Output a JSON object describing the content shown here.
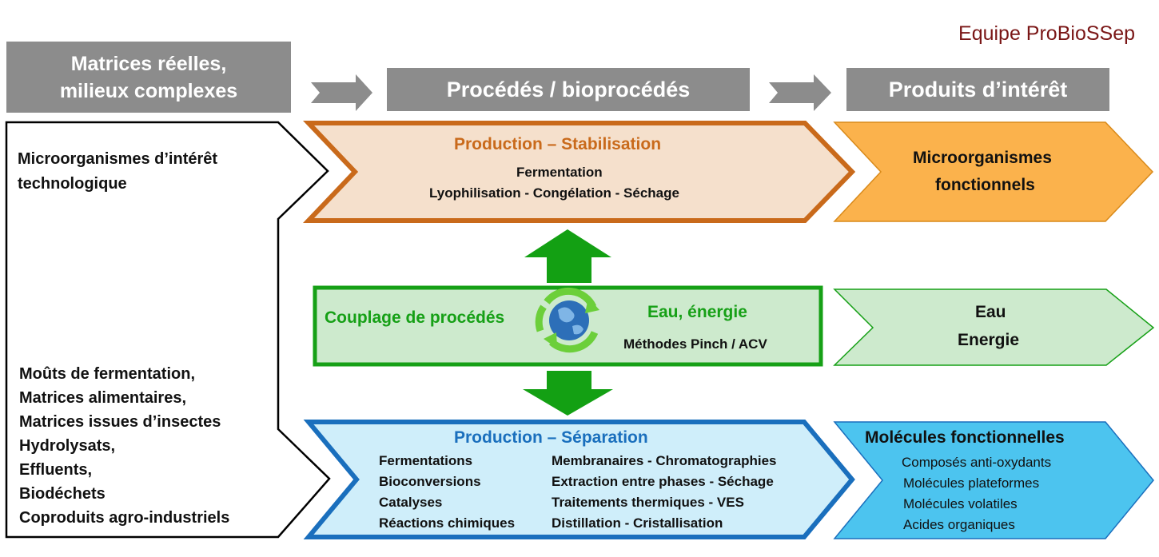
{
  "team_label": "Equipe ProBioSSep",
  "headers": {
    "matrices_line1": "Matrices réelles,",
    "matrices_line2": "milieux complexes",
    "procedes": "Procédés / bioprocédés",
    "produits": "Produits d’intérêt"
  },
  "left": {
    "micro_line1": "Microorganismes d’intérêt",
    "micro_line2": "technologique",
    "items": [
      "Moûts de fermentation,",
      "Matrices alimentaires,",
      "Matrices issues d’insectes",
      "Hydrolysats,",
      "Effluents,",
      "Biodéchets",
      "Coproduits agro-industriels"
    ]
  },
  "stabilisation": {
    "title": "Production – Stabilisation",
    "line1": "Fermentation",
    "line2": "Lyophilisation - Congélation - Séchage"
  },
  "couplage": {
    "title": "Couplage de procédés",
    "eau_title": "Eau, énergie",
    "methods": "Méthodes Pinch / ACV"
  },
  "separation": {
    "title": "Production – Séparation",
    "col1": [
      "Fermentations",
      "Bioconversions",
      "Catalyses",
      "Réactions chimiques"
    ],
    "col2": [
      "Membranaires - Chromatographies",
      "Extraction entre phases - Séchage",
      "Traitements thermiques - VES",
      "Distillation - Cristallisation"
    ]
  },
  "outputs": {
    "micro_line1": "Microorganismes",
    "micro_line2": "fonctionnels",
    "eau": "Eau",
    "energie": "Energie",
    "molecules_title": "Molécules fonctionnelles",
    "molecules_items": [
      "Composés anti-oxydants",
      "Molécules plateformes",
      "Molécules volatiles",
      "Acides organiques"
    ]
  },
  "colors": {
    "orange_border": "#c96a1b",
    "orange_fill": "#f5e0cc",
    "green": "#16a016",
    "green_fill": "#cdeacd",
    "blue_border": "#1a6fbd",
    "blue_fill": "#cfeefa",
    "orange_output": "#fbb24c",
    "blue_output": "#4cc4ef",
    "gray": "#8c8c8c"
  }
}
